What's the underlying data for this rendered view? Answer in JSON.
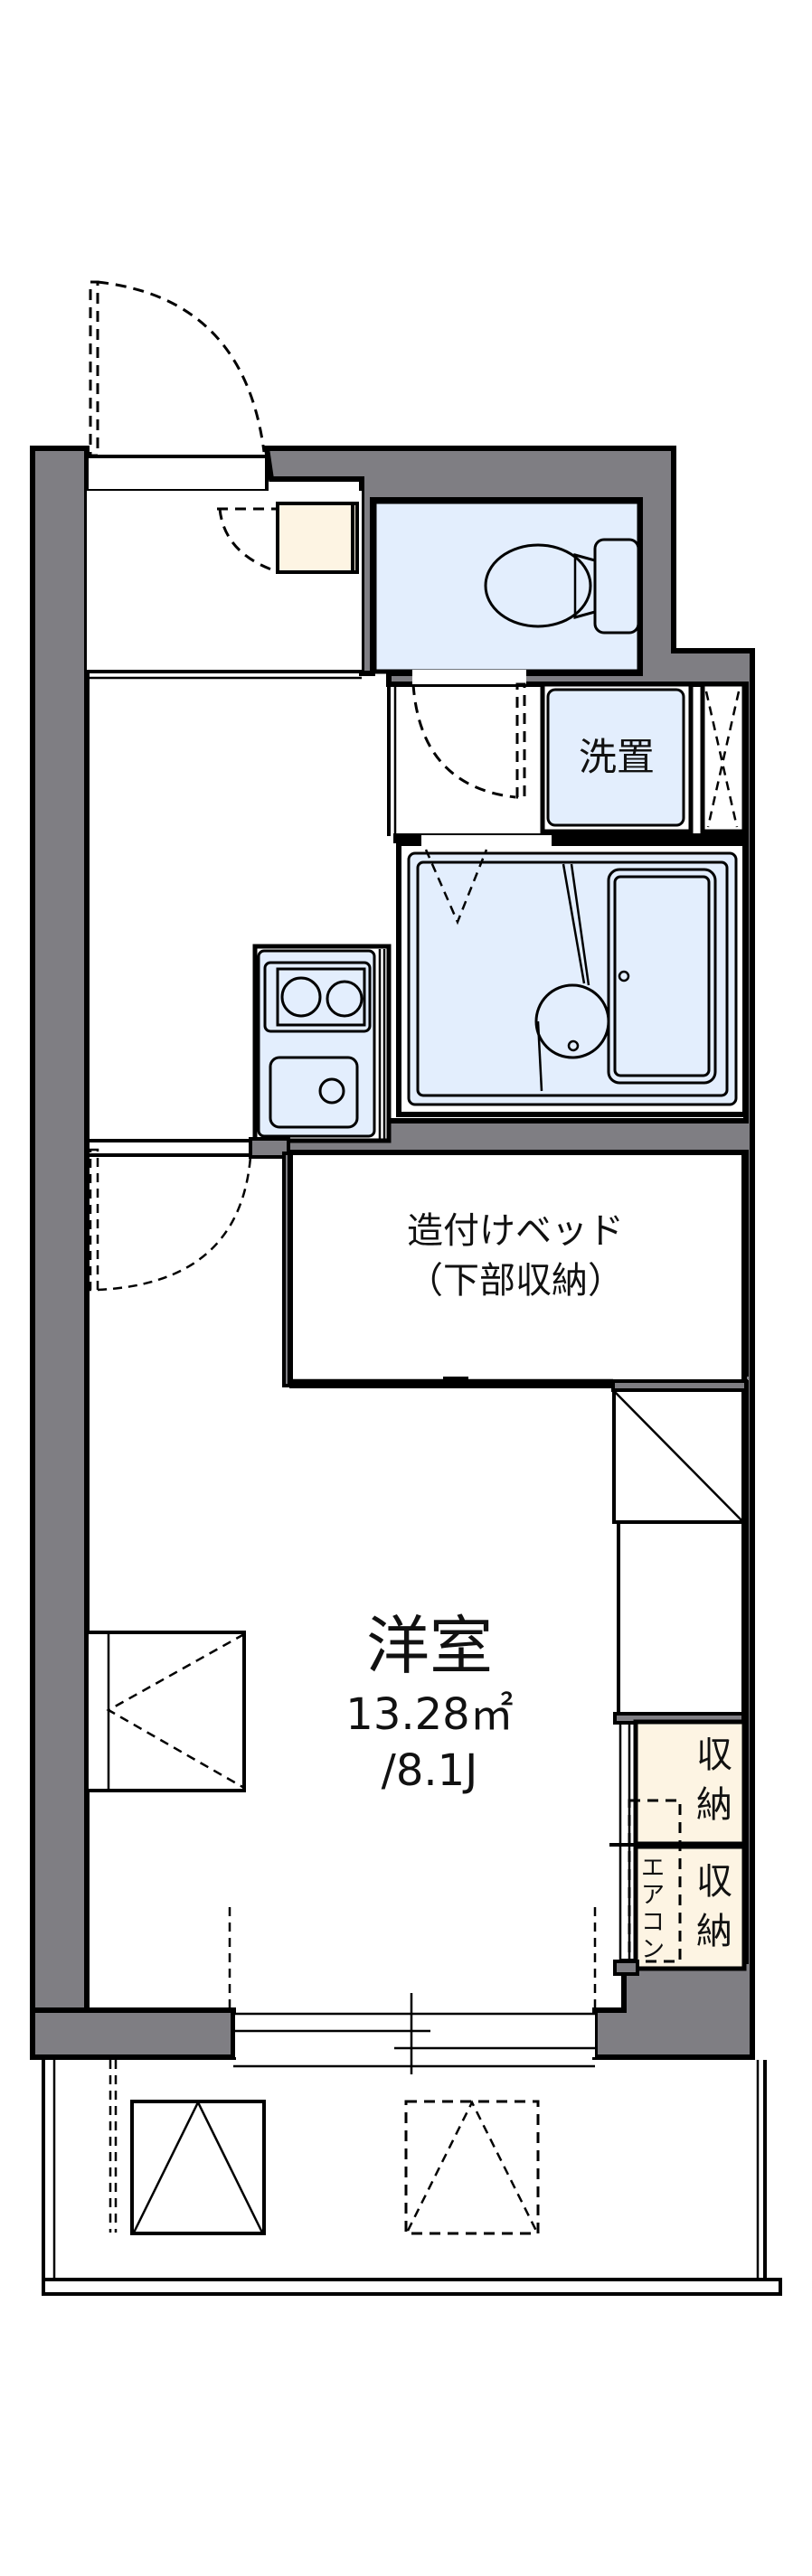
{
  "floor_plan": {
    "colors": {
      "wall": "#7f7e83",
      "outline": "#000000",
      "wet_area": "#e3eefd",
      "storage": "#fdf4e3",
      "floor": "#ffffff"
    },
    "rooms": {
      "main_room": {
        "name": "洋室",
        "area": "13.28㎡",
        "tatami": "/8.1J"
      },
      "built_in_bed": {
        "line1": "造付けベッド",
        "line2": "（下部収納）"
      },
      "washer_space": {
        "label": "洗置"
      },
      "storage_upper": {
        "char1": "収",
        "char2": "納"
      },
      "storage_lower": {
        "char1": "収",
        "char2": "納"
      },
      "aircon": {
        "char1": "エ",
        "char2": "ア",
        "char3": "コ",
        "char4": "ン"
      }
    },
    "fixtures": [
      "entrance-door",
      "shoe-cabinet",
      "toilet",
      "washer-space",
      "ventilation-shaft",
      "unit-bath",
      "kitchen-stove",
      "kitchen-sink",
      "room-door",
      "built-in-bed",
      "closet",
      "storage",
      "aircon",
      "window",
      "balcony-window",
      "balcony"
    ]
  }
}
